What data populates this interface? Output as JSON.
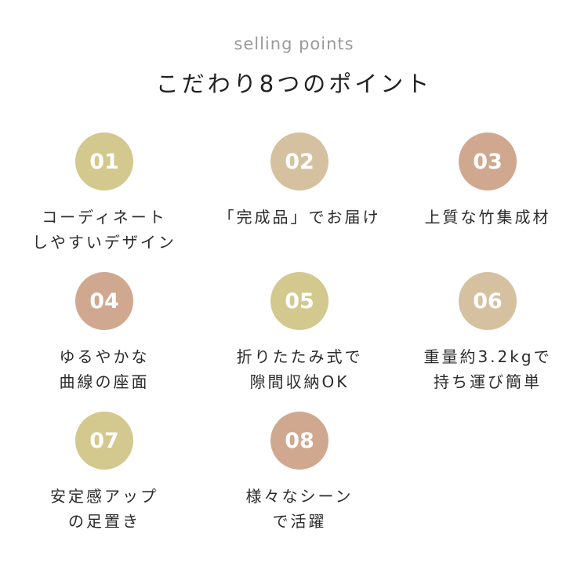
{
  "header": {
    "subtitle": "selling points",
    "title": "こだわり8つのポイント"
  },
  "colors": {
    "olive": "#d3c88e",
    "beige": "#d5c19f",
    "pink": "#d0a88f"
  },
  "points": [
    {
      "num": "01",
      "line1": "コーディネート",
      "line2": "しやすいデザイン",
      "color": "#d3c88e"
    },
    {
      "num": "02",
      "line1": "「完成品」でお届け",
      "line2": "",
      "color": "#d5c19f"
    },
    {
      "num": "03",
      "line1": "上質な竹集成材",
      "line2": "",
      "color": "#d0a88f"
    },
    {
      "num": "04",
      "line1": "ゆるやかな",
      "line2": "曲線の座面",
      "color": "#d0a88f"
    },
    {
      "num": "05",
      "line1": "折りたたみ式で",
      "line2": "隙間収納OK",
      "color": "#d3c88e"
    },
    {
      "num": "06",
      "line1": "重量約3.2kgで",
      "line2": "持ち運び簡単",
      "color": "#d5c19f"
    },
    {
      "num": "07",
      "line1": "安定感アップ",
      "line2": "の足置き",
      "color": "#d3c88e"
    },
    {
      "num": "08",
      "line1": "様々なシーン",
      "line2": "で活躍",
      "color": "#d0a88f"
    }
  ]
}
